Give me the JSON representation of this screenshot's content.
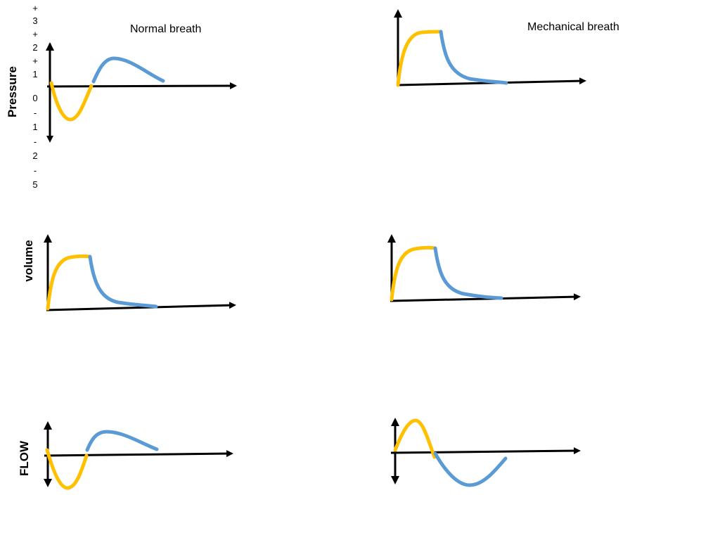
{
  "titles": {
    "normal": "Normal breath",
    "mechanical": "Mechanical breath"
  },
  "row_labels": {
    "pressure": "Pressure",
    "volume": "volume",
    "flow": "FLOW"
  },
  "pressure_ticks": [
    "+",
    "3",
    "+",
    "2",
    "+",
    "1",
    "0",
    "-",
    "1",
    "-",
    "2",
    "-",
    "5"
  ],
  "colors": {
    "inspiration": "#FFC000",
    "expiration": "#5B9BD5",
    "axis": "#000000"
  },
  "legend_semantics": {
    "inspiration_color": "yellow",
    "expiration_color": "blue"
  }
}
